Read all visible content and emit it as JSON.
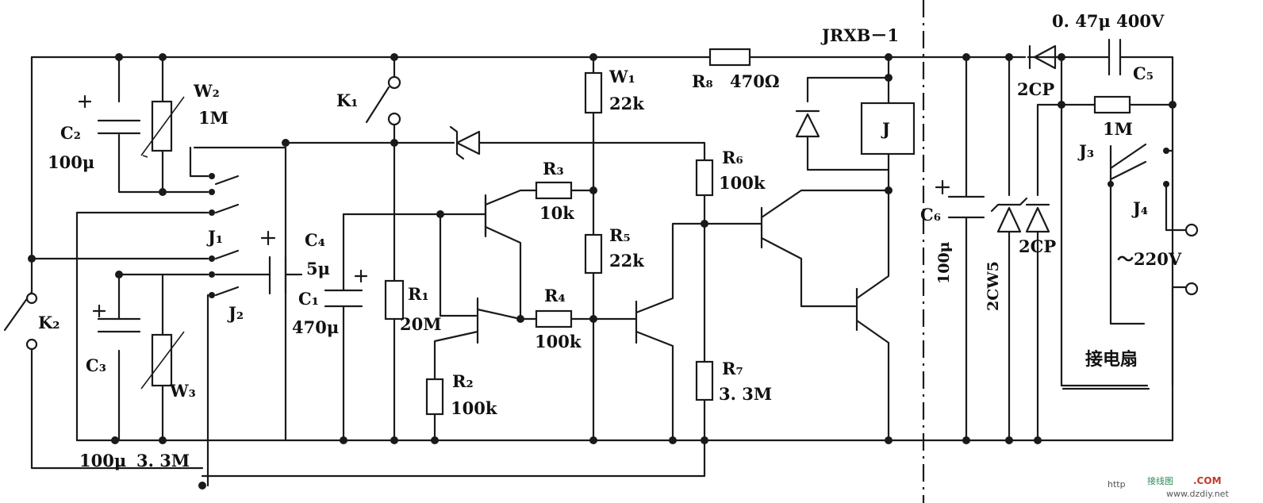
{
  "labels": {
    "c2": "C₂",
    "c2_val": "100μ",
    "w2": "W₂",
    "w2_val": "1M",
    "k1": "K₁",
    "k2": "K₂",
    "j1": "J₁",
    "j2": "J₂",
    "c3": "C₃",
    "w3": "W₃",
    "c3_bottom": "100μ",
    "w3_bottom": "3. 3M",
    "c4": "C₄",
    "c4_val": "5μ",
    "c1": "C₁",
    "c1_val": "470μ",
    "r1": "R₁",
    "r1_val": "20M",
    "r2": "R₂",
    "r2_val": "100k",
    "r3": "R₃",
    "r3_val": "10k",
    "r4": "R₄",
    "r4_val": "100k",
    "r5": "R₅",
    "r5_val": "22k",
    "w1": "W₁",
    "w1_val": "22k",
    "r8": "R₈",
    "r8_val": "470Ω",
    "relay_model": "JRXB－1",
    "relay": "J",
    "r6": "R₆",
    "r6_val": "100k",
    "r7": "R₇",
    "r7_val": "3. 3M",
    "c6": "C₆",
    "c6_val": "100μ",
    "zener": "2CW5",
    "d_top": "2CP",
    "d_mid": "2CP",
    "c5_spec": "0. 47μ  400V",
    "c5": "C₅",
    "r_1m": "1M",
    "j3": "J₃",
    "j4": "J₄",
    "mains": "～220V",
    "fan": "接电扇",
    "wm_http": "http",
    "wm_site": "www.dzdiy.net",
    "wm_cn": "接线图",
    "wm_com": ".COM"
  }
}
